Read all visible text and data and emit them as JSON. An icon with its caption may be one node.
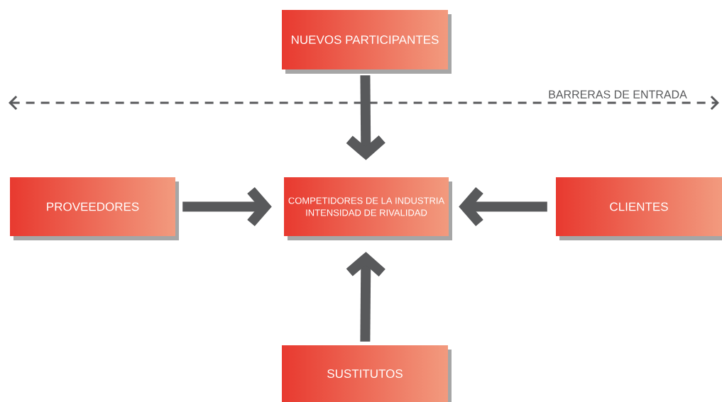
{
  "diagram": {
    "nodes": [
      {
        "text": [
          "NUEVOS PARTICIPANTES"
        ]
      },
      {
        "text": [
          "PROVEEDORES"
        ]
      },
      {
        "text": [
          "COMPETIDORES DE LA INDUSTRIA",
          "INTENSIDAD DE RIVALIDAD"
        ]
      },
      {
        "text": [
          "CLIENTES"
        ]
      },
      {
        "text": [
          "SUSTITUTOS"
        ]
      }
    ],
    "edges": [
      {
        "from": 0,
        "to": 2,
        "arrow": "to"
      },
      {
        "from": 1,
        "to": 2,
        "arrow": "to"
      },
      {
        "from": 3,
        "to": 2,
        "arrow": "to"
      },
      {
        "from": 4,
        "to": 2,
        "arrow": "to"
      }
    ],
    "labels": [
      "BARRERAS DE ENTRADA"
    ]
  }
}
